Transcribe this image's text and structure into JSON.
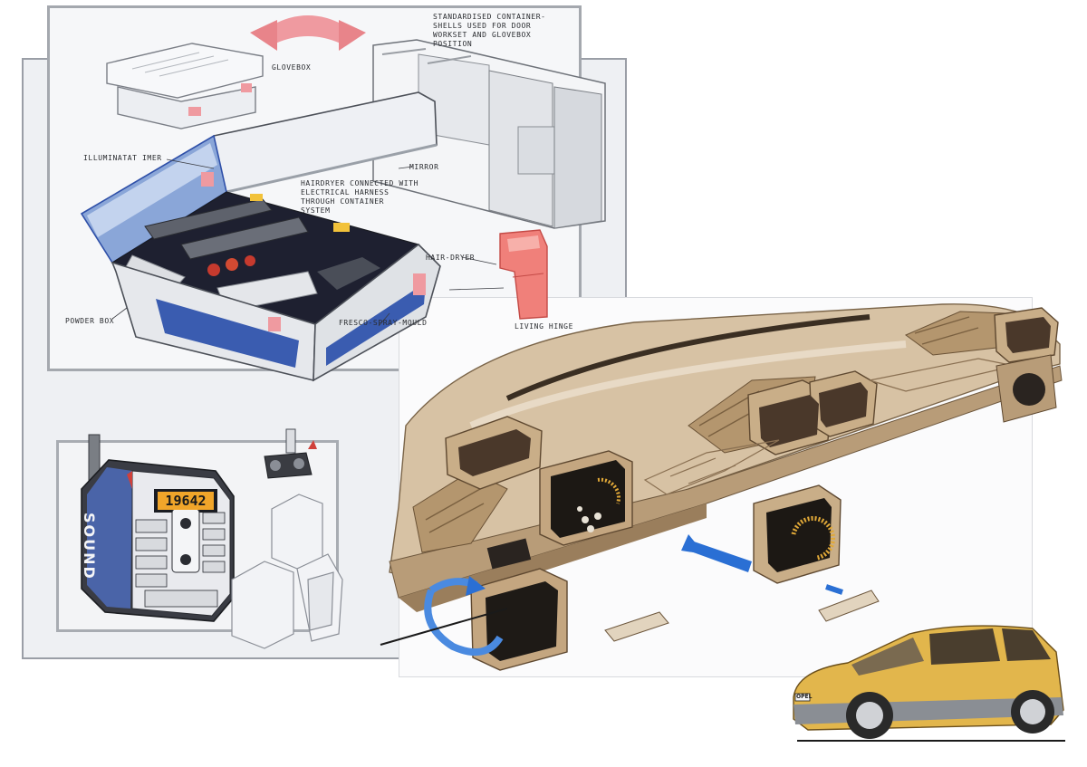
{
  "labels": {
    "glovebox": "GLOVEBOX",
    "standardised": "STANDARDISED CONTAINER-\nSHELLS USED FOR DOOR\nWORKSET AND GLOVEBOX\nPOSITION",
    "illuminated": "ILLUMINATAT IMER",
    "mirror": "MIRROR",
    "connected": "HAIRDRYER CONNECTED WITH\nELECTRICAL HARNESS\nTHROUGH CONTAINER\nSYSTEM",
    "hairdryer": "HAIR-DRYER",
    "powderbox": "POWDER BOX",
    "mould": "FRESCO-SPRAY-MOULD",
    "hinge": "LIVING HINGE"
  },
  "radio": {
    "brand": "SOUND",
    "display": "19642"
  },
  "car": {
    "plate": "OPEL"
  },
  "colors": {
    "accent_pink": "#e8848a",
    "dash_tan": "#c8ae8c",
    "box_blue": "#2e4fa8",
    "car_yellow": "#e2b64c",
    "arrow_blue": "#2a6fd4"
  }
}
